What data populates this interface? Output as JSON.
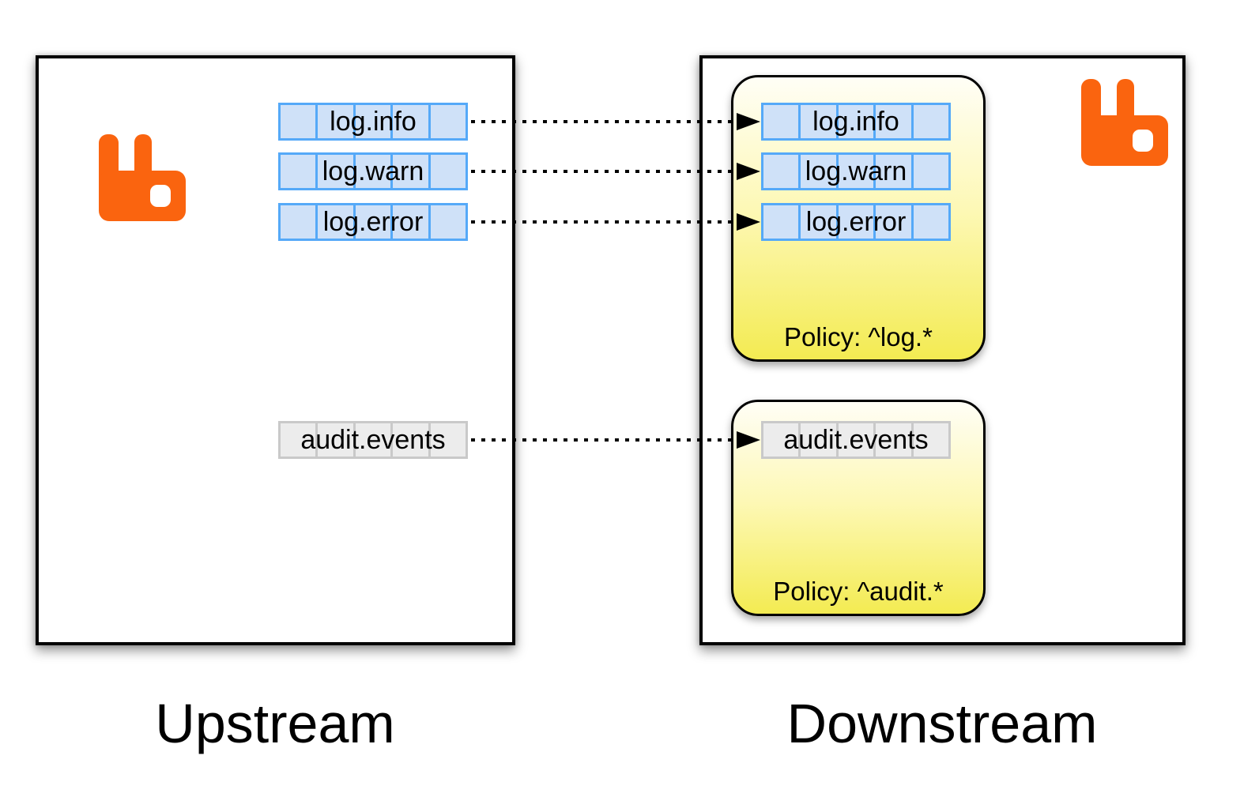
{
  "upstream": {
    "label": "Upstream",
    "queues": [
      {
        "name": "log.info",
        "style": "log"
      },
      {
        "name": "log.warn",
        "style": "log"
      },
      {
        "name": "log.error",
        "style": "log"
      },
      {
        "name": "audit.events",
        "style": "audit"
      }
    ]
  },
  "downstream": {
    "label": "Downstream",
    "policy_groups": [
      {
        "policy": "Policy: ^log.*",
        "queues": [
          {
            "name": "log.info",
            "style": "log"
          },
          {
            "name": "log.warn",
            "style": "log"
          },
          {
            "name": "log.error",
            "style": "log"
          }
        ]
      },
      {
        "policy": "Policy: ^audit.*",
        "queues": [
          {
            "name": "audit.events",
            "style": "audit"
          }
        ]
      }
    ]
  },
  "links": [
    {
      "from": "log.info",
      "to": "log.info"
    },
    {
      "from": "log.warn",
      "to": "log.warn"
    },
    {
      "from": "log.error",
      "to": "log.error"
    },
    {
      "from": "audit.events",
      "to": "audit.events"
    }
  ],
  "icons": {
    "broker_logo": "rabbitmq-logo",
    "arrowhead": "triangle-right"
  },
  "colors": {
    "queue_log_fill": "#cfe1f8",
    "queue_log_border": "#55a9f8",
    "queue_audit_fill": "#ececec",
    "queue_audit_border": "#c9c9c9",
    "policy_panel_top": "#fffef6",
    "policy_panel_bottom": "#f3eb52",
    "logo_orange": "#fa640f",
    "connector": "#000000",
    "box_border": "#000000"
  }
}
